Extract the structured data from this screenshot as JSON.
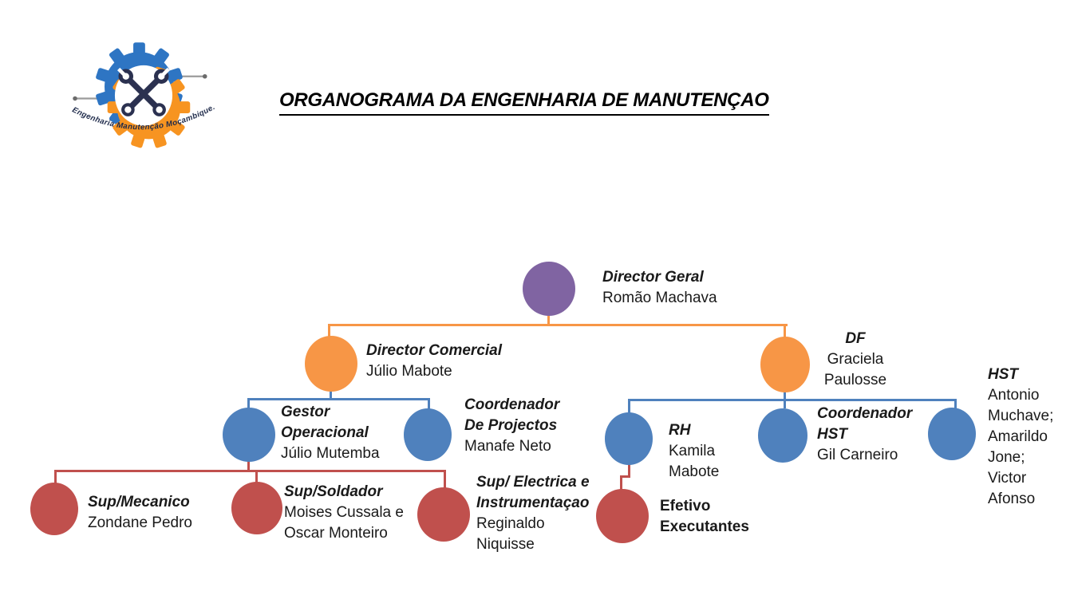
{
  "title": "ORGANOGRAMA DA ENGENHARIA DE MANUTENÇAO",
  "logo": {
    "caption": "Engenharia Manutenção Moçambique."
  },
  "palette": {
    "purple": "#8064A2",
    "orange": "#F79646",
    "blue": "#4F81BD",
    "red": "#C0504D",
    "navy": "#2B3150",
    "gray": "#9b9b9b"
  },
  "org": {
    "nodes": [
      {
        "id": "director-geral",
        "role": "Director Geral",
        "person": "Romão Machava",
        "level": 1,
        "level_color": "#8064A2",
        "reports_to": null
      },
      {
        "id": "director-comercial",
        "role": "Director Comercial",
        "person": "Júlio Mabote",
        "level": 2,
        "level_color": "#F79646",
        "reports_to": "director-geral"
      },
      {
        "id": "df",
        "role": "DF",
        "person": "Graciela\nPaulosse",
        "level": 2,
        "level_color": "#F79646",
        "reports_to": "director-geral"
      },
      {
        "id": "gestor-operacional",
        "role": "Gestor\nOperacional",
        "person": "Júlio Mutemba",
        "level": 3,
        "level_color": "#4F81BD",
        "reports_to": "director-comercial"
      },
      {
        "id": "coordenador-de-projectos",
        "role": "Coordenador\nDe Projectos",
        "person": "Manafe Neto",
        "level": 3,
        "level_color": "#4F81BD",
        "reports_to": "director-comercial"
      },
      {
        "id": "rh",
        "role": "RH",
        "person": "Kamila\nMabote",
        "level": 3,
        "level_color": "#4F81BD",
        "reports_to": "df"
      },
      {
        "id": "coordenador-hst",
        "role": "Coordenador\nHST",
        "person": "Gil Carneiro",
        "level": 3,
        "level_color": "#4F81BD",
        "reports_to": "df"
      },
      {
        "id": "hst",
        "role": "HST",
        "person": "Antonio\nMuchave;\nAmarildo\nJone;\nVictor\nAfonso",
        "level": 3,
        "level_color": "#4F81BD",
        "reports_to": "df"
      },
      {
        "id": "sup-mecanico",
        "role": "Sup/Mecanico",
        "person": "Zondane Pedro",
        "level": 4,
        "level_color": "#C0504D",
        "reports_to": "gestor-operacional"
      },
      {
        "id": "sup-soldador",
        "role": "Sup/Soldador",
        "person": "Moises Cussala e\nOscar Monteiro",
        "level": 4,
        "level_color": "#C0504D",
        "reports_to": "gestor-operacional"
      },
      {
        "id": "sup-electrica-e-instrumentacao",
        "role": "Sup/ Electrica e\nInstrumentaçao",
        "person": "Reginaldo\nNiquisse",
        "level": 4,
        "level_color": "#C0504D",
        "reports_to": "gestor-operacional"
      },
      {
        "id": "efetivo-executantes",
        "role": "Efetivo\nExecutantes",
        "person": "",
        "level": 4,
        "level_color": "#C0504D",
        "reports_to": "rh"
      }
    ]
  }
}
